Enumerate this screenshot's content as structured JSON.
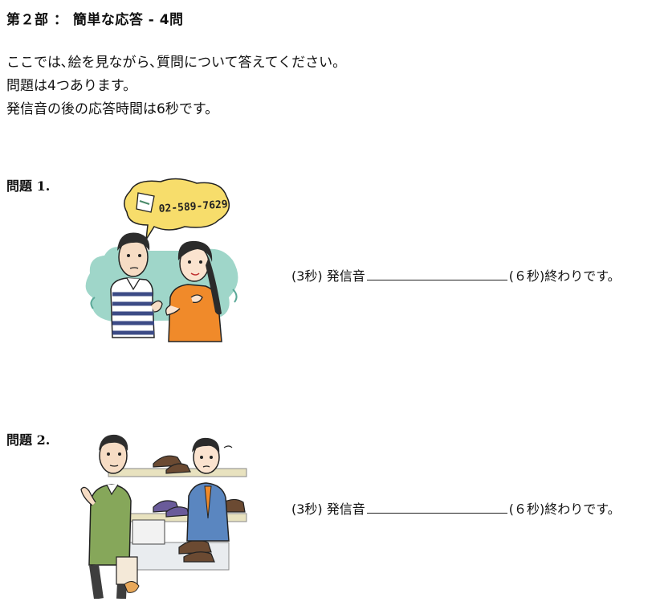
{
  "header": {
    "title": "第２部 ： 簡単な応答 - 4問"
  },
  "instructions": [
    "ここでは､絵を見ながら､質問について答えてください。",
    "問題は4つあります。",
    "発信音の後の応答時間は6秒です。"
  ],
  "questions": [
    {
      "label": "問題 1.",
      "answer_prefix": "(3秒) 発信音",
      "answer_suffix": "(６秒)終わりです。",
      "speech_bubble_text": "02-589-7629"
    },
    {
      "label": "問題 2.",
      "answer_prefix": "(3秒) 発信音",
      "answer_suffix": "(６秒)終わりです。"
    }
  ],
  "colors": {
    "bubble": "#f7dd6b",
    "teal_bg": "#9fd6c9",
    "orange_shirt": "#f08a2a",
    "green_shirt": "#86a75a",
    "shelf": "#e8e2bf",
    "shoe_brown": "#6b4a32",
    "shoe_purple": "#6a5b9a"
  }
}
